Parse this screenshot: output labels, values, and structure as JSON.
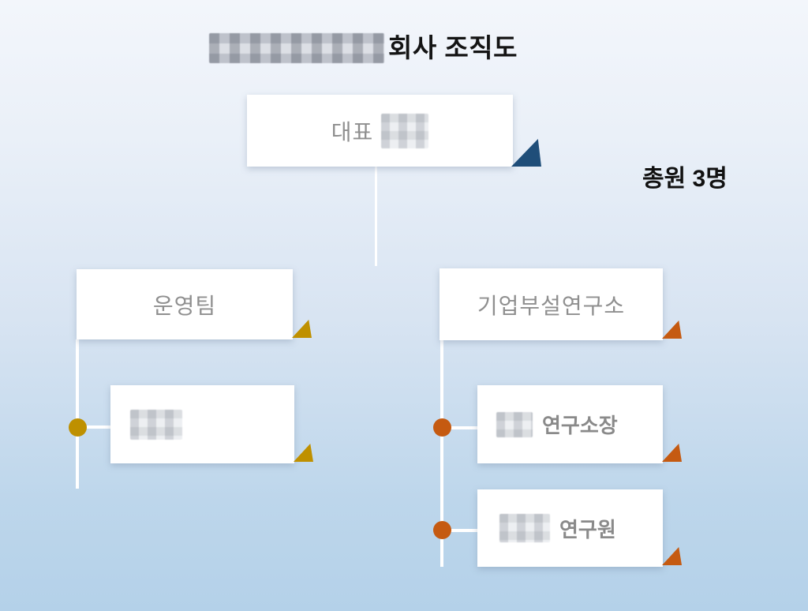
{
  "title": {
    "text": "회사 조직도",
    "company_name_redacted": true
  },
  "annotations": {
    "headcount": "총원 3명"
  },
  "org_chart": {
    "ceo": {
      "label": "대표",
      "name_redacted": true,
      "accent_color": "#1F4E79"
    },
    "branches": [
      {
        "name": "운영팀",
        "accent_color": "#BF9000",
        "members": [
          {
            "title": "",
            "name_redacted": true
          }
        ]
      },
      {
        "name": "기업부설연구소",
        "accent_color": "#C55A11",
        "members": [
          {
            "title": "연구소장",
            "name_redacted": true
          },
          {
            "title": "연구원",
            "name_redacted": true
          }
        ]
      }
    ]
  },
  "colors": {
    "background_top": "#F3F6FB",
    "background_bottom": "#B4D1E9",
    "connector_line": "#FFFFFF",
    "ceo_flag": "#1F4E79",
    "operations_flag": "#BF9000",
    "research_flag": "#C55A11",
    "box_label_gray": "#8F8F8F",
    "member_label_gray": "#8A8A8A",
    "title_text": "#141414"
  }
}
